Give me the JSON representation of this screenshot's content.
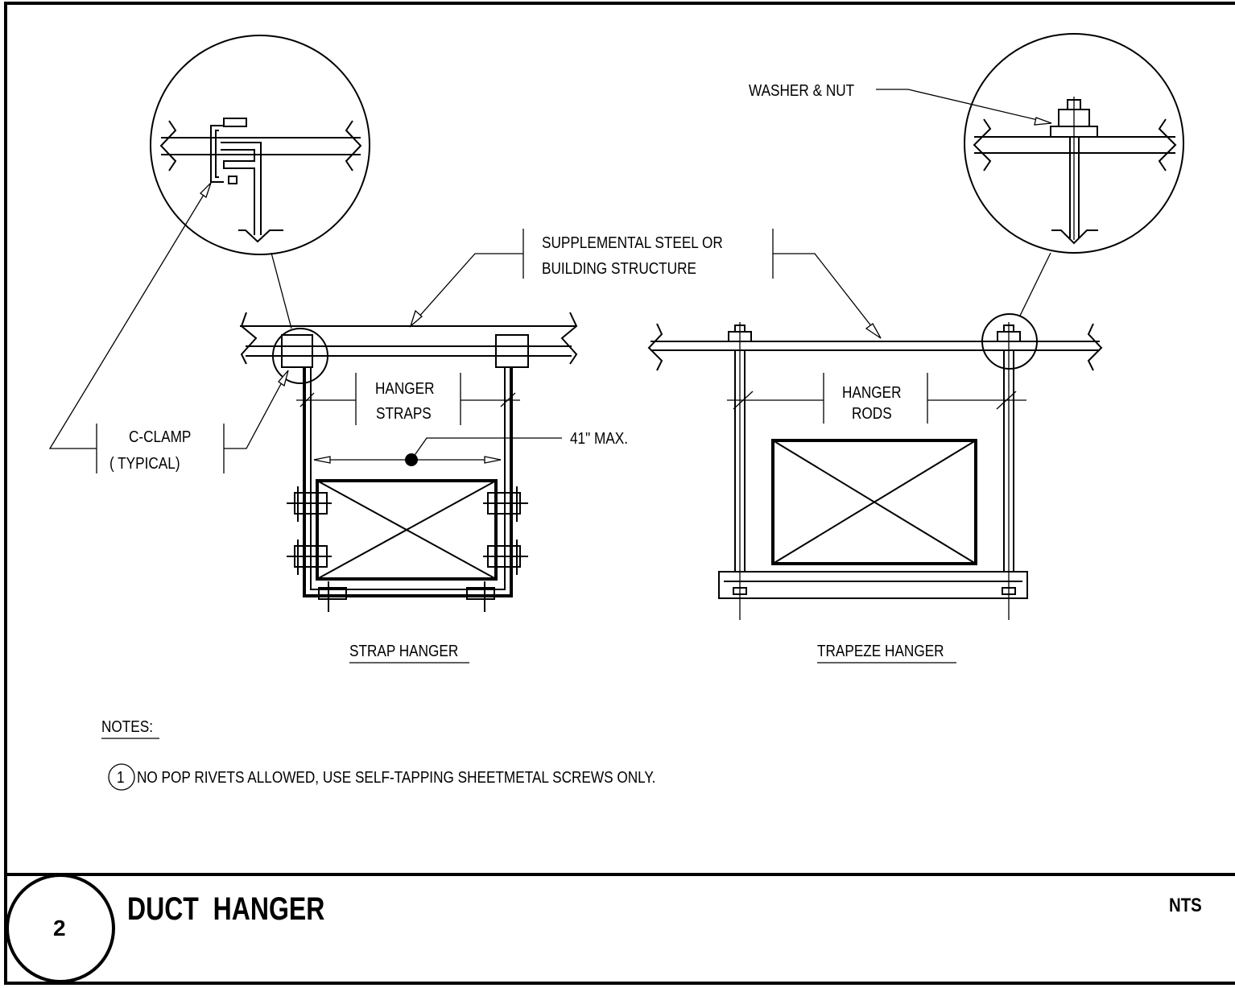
{
  "labels": {
    "washer_nut": "WASHER & NUT",
    "supplemental_steel_line1": "SUPPLEMENTAL STEEL OR",
    "supplemental_steel_line2": "BUILDING STRUCTURE",
    "hanger_straps_line1": "HANGER",
    "hanger_straps_line2": "STRAPS",
    "hanger_rods_line1": "HANGER",
    "hanger_rods_line2": "RODS",
    "c_clamp_line1": "C-CLAMP",
    "c_clamp_line2": "( TYPICAL)",
    "max_spacing": "41\" MAX.",
    "strap_hanger": "STRAP HANGER",
    "trapeze_hanger": "TRAPEZE HANGER"
  },
  "notes": {
    "heading": "NOTES:",
    "items": [
      {
        "number": "1",
        "text": "NO POP RIVETS ALLOWED, USE SELF-TAPPING SHEETMETAL SCREWS ONLY."
      }
    ]
  },
  "title_block": {
    "detail_number": "2",
    "title": "DUCT  HANGER",
    "scale": "NTS"
  }
}
